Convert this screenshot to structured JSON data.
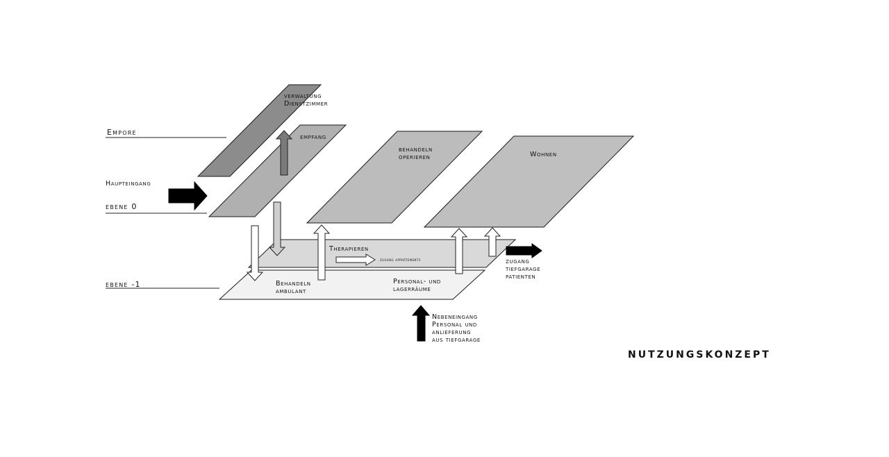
{
  "title": "NUTZUNGSKONZEPT",
  "levels": {
    "empore": "Empore",
    "ebene0": "ebene 0",
    "ebene_minus1": "ebene -1"
  },
  "entrances": {
    "haupteingang": "Haupteingang"
  },
  "planes": {
    "verwaltung": [
      "verwaltung",
      "Dienstzimmer"
    ],
    "empfang": "empfang",
    "behandeln_operieren": [
      "behandeln",
      "operieren"
    ],
    "wohnen": "Wohnen",
    "therapieren": "Therapieren",
    "zugang_appartements": "zugang appartements",
    "behandeln_ambulant": [
      "Behandeln",
      "ambulant"
    ],
    "personal_lager": [
      "Personal- und",
      "lagerräume"
    ]
  },
  "notes": {
    "zugang_tiefgarage": [
      "zugang",
      "tiefgarage",
      "patienten"
    ],
    "nebeneingang": [
      "Nebeneingang",
      "Personal und",
      "anlieferung",
      "aus tiefgarage"
    ]
  },
  "colors": {
    "verwaltung_plane": "#8c8c8c",
    "empfang_plane": "#b0b0b0",
    "behandeln_plane": "#bcbcbc",
    "wohnen_plane": "#bfbfbf",
    "therapieren_plane": "#d9d9d9",
    "ebene_minus1_plane": "#f2f2f2"
  }
}
